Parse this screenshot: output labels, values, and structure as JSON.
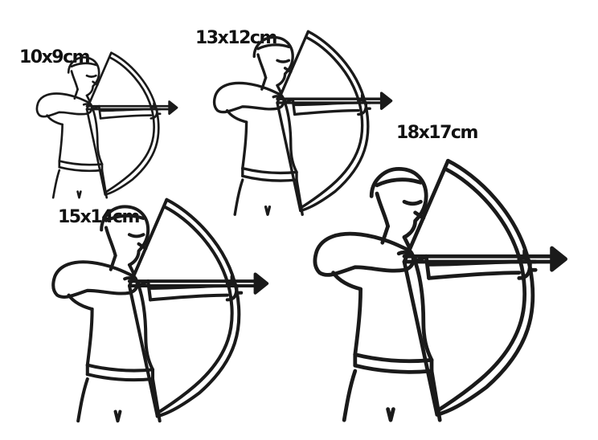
{
  "figures": [
    {
      "id": "a",
      "label": "10x9cm"
    },
    {
      "id": "b",
      "label": "13x12cm"
    },
    {
      "id": "c",
      "label": "18x17cm"
    },
    {
      "id": "d",
      "label": "15x14cm"
    }
  ],
  "colors": {
    "line": "#1a1a1a",
    "background": "#ffffff"
  }
}
